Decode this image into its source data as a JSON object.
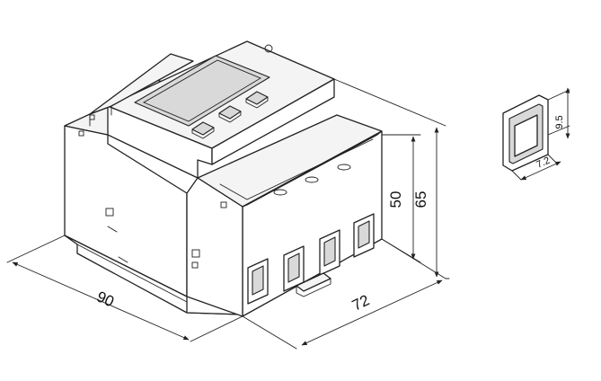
{
  "dimensions": {
    "width": "90",
    "depth": "72",
    "height_total": "65",
    "height_body": "50",
    "terminal_height": "9.5",
    "terminal_width": "7.2"
  }
}
